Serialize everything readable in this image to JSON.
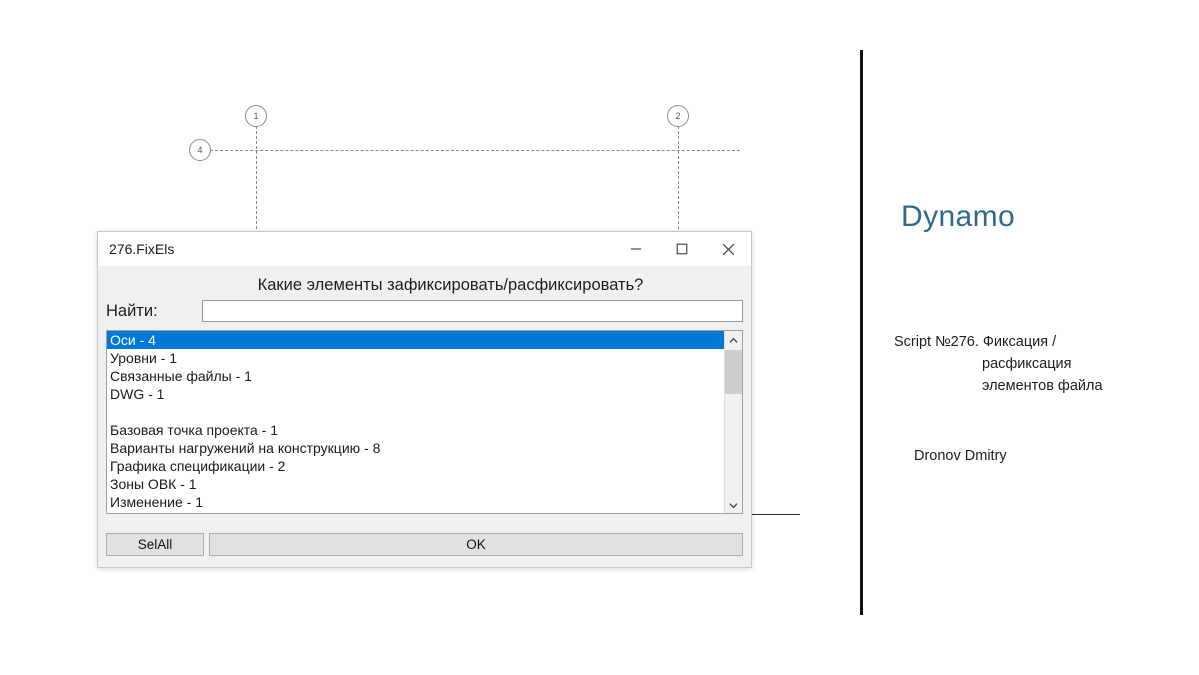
{
  "drawing": {
    "grid_bubbles": [
      {
        "label": "4",
        "axis": "horizontal"
      },
      {
        "label": "1",
        "axis": "vertical"
      },
      {
        "label": "2",
        "axis": "vertical"
      }
    ]
  },
  "title_block": {
    "product": "Dynamo",
    "script_line1": "Script №276. Фиксация /",
    "script_line2": "расфиксация",
    "script_line3": "элементов файла",
    "author": "Dronov Dmitry",
    "accent_color": "#2e6a8e"
  },
  "dialog": {
    "title": "276.FixEls",
    "heading": "Какие элементы зафиксировать/расфиксировать?",
    "window_controls": {
      "minimize": "minimize-icon",
      "maximize": "maximize-icon",
      "close": "close-icon"
    },
    "search": {
      "label": "Найти:",
      "value": "",
      "placeholder": ""
    },
    "list": {
      "selected_index": 0,
      "selection_color": "#0078d7",
      "items": [
        "Оси - 4",
        "Уровни - 1",
        "Связанные файлы - 1",
        "DWG - 1",
        "",
        "Базовая точка проекта - 1",
        "Варианты нагружений на конструкцию - 8",
        "Графика спецификации - 2",
        "Зоны ОВК - 1",
        "Изменение - 1"
      ]
    },
    "scrollbar": {
      "up_arrow": "chevron-up-icon",
      "down_arrow": "chevron-down-icon"
    },
    "buttons": {
      "select_all": "SelAll",
      "ok": "OK"
    }
  }
}
